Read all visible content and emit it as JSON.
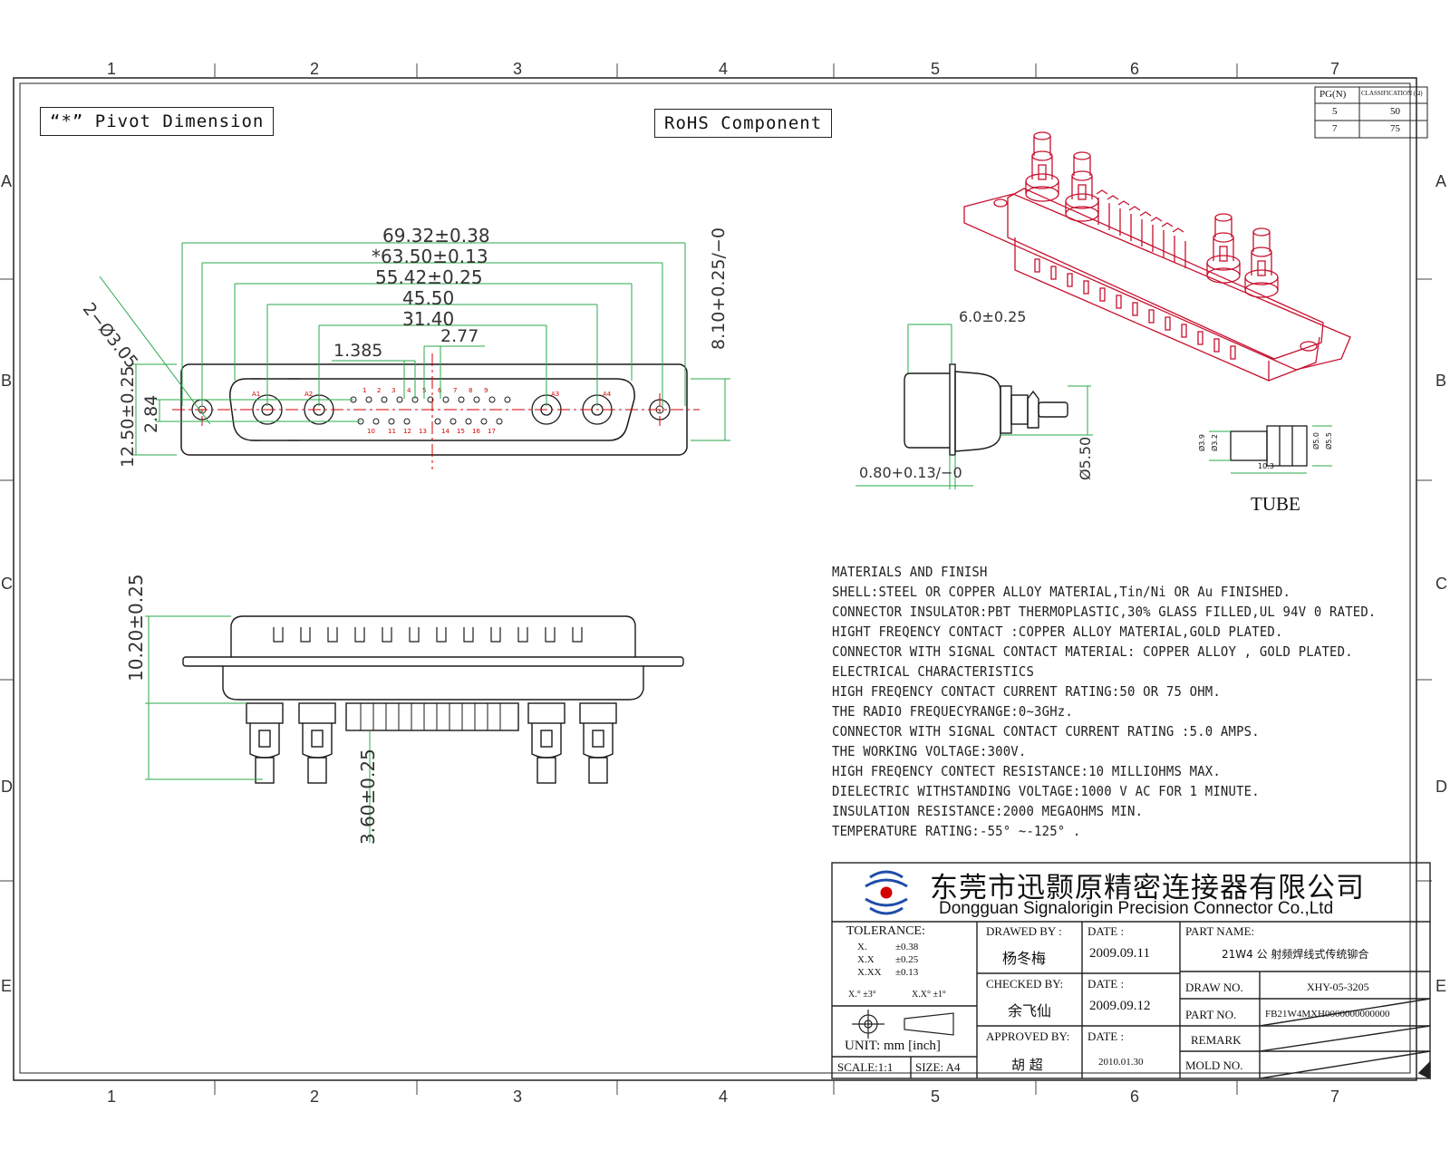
{
  "zones": {
    "columns": [
      "1",
      "2",
      "3",
      "4",
      "5",
      "6",
      "7"
    ],
    "rows": [
      "A",
      "B",
      "C",
      "D",
      "E"
    ]
  },
  "labels": {
    "pivot": "“*” Pivot Dimension",
    "rohs": "RoHS  Component",
    "tube": "TUBE"
  },
  "impedance_table": {
    "headers": [
      "PG(N)",
      "CLASSIFICATION (Ω)"
    ],
    "rows": [
      [
        "5",
        "50"
      ],
      [
        "7",
        "75"
      ]
    ]
  },
  "dimensions": {
    "top": {
      "d1": "69.32±0.38",
      "d2": "*63.50±0.13",
      "d3": "55.42±0.25",
      "d4": "45.50",
      "d5": "31.40",
      "d6": "2.77",
      "d7": "1.385",
      "hole": "2−Ø3.05",
      "h1": "12.50±0.25",
      "h2": "2.84",
      "h3": "8.10+0.25/−0"
    },
    "side": {
      "d1": "6.0±0.25",
      "d2": "0.80+0.13/−0",
      "d3": "Ø5.50"
    },
    "front": {
      "h1": "10.20±0.25",
      "h2": "3.60±0.25"
    },
    "tube": {
      "a": "Ø3.9",
      "b": "Ø3.2",
      "c": "Ø5.0",
      "d": "Ø5.5",
      "len": "10.3"
    }
  },
  "pin_labels": {
    "coax_top": [
      "A1",
      "A2",
      "A3",
      "A4"
    ],
    "top_row": [
      "1",
      "2",
      "3",
      "4",
      "5",
      "6",
      "7",
      "8",
      "9"
    ],
    "bottom_row": [
      "10",
      "11",
      "12",
      "13",
      "14",
      "15",
      "16",
      "17"
    ]
  },
  "notes": [
    "MATERIALS AND  FINISH",
    "SHELL:STEEL OR COPPER ALLOY MATERIAL,Tin/Ni OR Au FINISHED.",
    "CONNECTOR INSULATOR:PBT THERMOPLASTIC,30% GLASS FILLED,UL 94V 0 RATED.",
    "HIGHT FREQENCY CONTACT :COPPER ALLOY MATERIAL,GOLD PLATED.",
    "CONNECTOR WITH SIGNAL CONTACT MATERIAL: COPPER ALLOY , GOLD PLATED.",
    "ELECTRICAL CHARACTERISTICS",
    "HIGH FREQENCY CONTACT CURRENT RATING:50 OR 75 OHM.",
    "THE RADIO FREQUECYRANGE:0~3GHz.",
    "CONNECTOR WITH SIGNAL CONTACT CURRENT RATING :5.0 AMPS.",
    "THE WORKING VOLTAGE:300V.",
    "HIGH FREQENCY CONTECT RESISTANCE:10 MILLIOHMS MAX.",
    "DIELECTRIC WITHSTANDING VOLTAGE:1000 V AC FOR 1 MINUTE.",
    "INSULATION RESISTANCE:2000 MEGAOHMS MIN.",
    "TEMPERATURE RATING:-55° ~-125° ."
  ],
  "title_block": {
    "company_cn": "东莞市迅颢原精密连接器有限公司",
    "company_en": "Dongguan Signalorigin Precision Connector Co.,Ltd",
    "tolerance_title": "TOLERANCE:",
    "tolerances": [
      [
        "X.",
        "±0.38"
      ],
      [
        "X.X",
        "±0.25"
      ],
      [
        "X.XX",
        "±0.13"
      ]
    ],
    "angular": [
      "X.° ±3°",
      "X.X° ±1°"
    ],
    "unit": "UNIT: mm  [inch]",
    "scale": "SCALE:1:1",
    "size": "SIZE: A4",
    "drawn_by_label": "DRAWED BY :",
    "drawn_by": "杨冬梅",
    "checked_by_label": "CHECKED BY:",
    "checked_by": "余飞仙",
    "approved_by_label": "APPROVED BY:",
    "approved_by": "胡  超",
    "date_label": "DATE :",
    "date_drawn": "2009.09.11",
    "date_checked": "2009.09.12",
    "date_approved": "2010.01.30",
    "part_name_label": "PART NAME:",
    "part_name": "21W4 公 射频焊线式传统铆合",
    "draw_no_label": "DRAW NO.",
    "draw_no": "XHY-05-3205",
    "part_no_label": "PART NO.",
    "part_no": "FB21W4MXH0000000000000",
    "remark_label": "REMARK",
    "mold_no_label": "MOLD NO."
  },
  "colors": {
    "dimension": "#2aa84a",
    "red": "#d40000",
    "line": "#1a1a1a",
    "logo": "#1f4ea8"
  }
}
